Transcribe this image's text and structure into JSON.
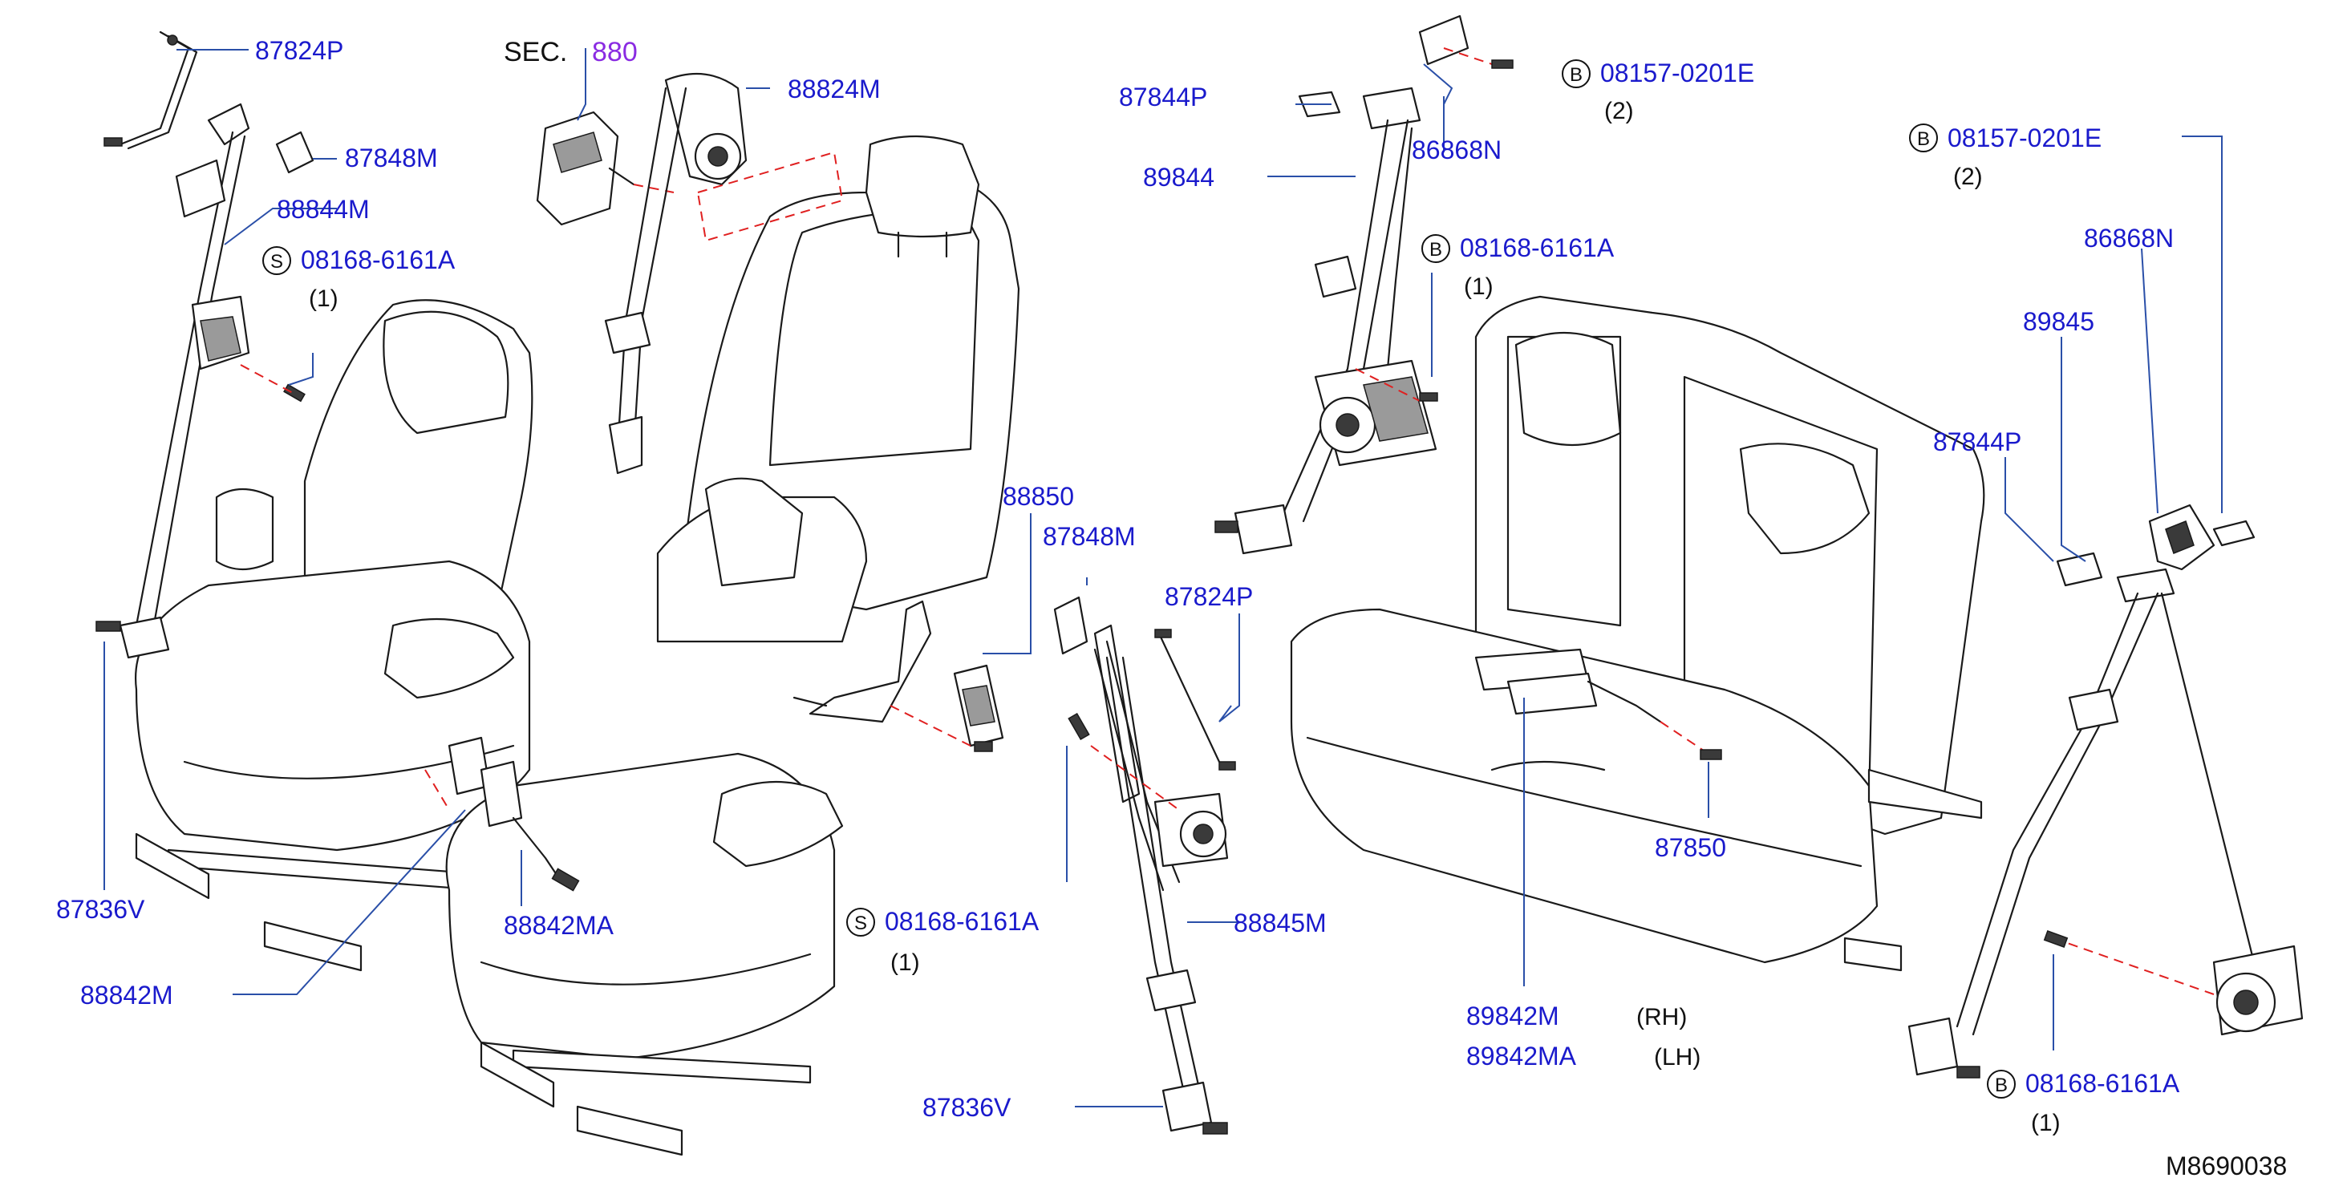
{
  "diagram_id": "M8690038",
  "section_ref": {
    "prefix": "SEC.",
    "number": "880"
  },
  "labels": {
    "l01": "87824P",
    "l02": "87848M",
    "l03": "88844M",
    "l04": "08168-6161A",
    "l04q": "(1)",
    "l05": "87836V",
    "l06": "88842M",
    "l07": "88842MA",
    "l08": "88824M",
    "l09": "88850",
    "l10": "87848M",
    "l11": "87824P",
    "l12": "08168-6161A",
    "l12q": "(1)",
    "l13": "88845M",
    "l14": "87836V",
    "l15": "87844P",
    "l16": "89844",
    "l17": "08157-0201E",
    "l17q": "(2)",
    "l18": "86868N",
    "l19": "08168-6161A",
    "l19q": "(1)",
    "l20": "87850",
    "l21": "89842M",
    "l21s": "(RH)",
    "l22": "89842MA",
    "l22s": "(LH)",
    "l23": "08157-0201E",
    "l23q": "(2)",
    "l24": "86868N",
    "l25": "89845",
    "l26": "87844P",
    "l27": "08168-6161A",
    "l27q": "(1)"
  },
  "markers": {
    "s": "S",
    "b": "B"
  },
  "colors": {
    "label": "#1a1acc",
    "leader": "#2a4fa8",
    "hidden_line": "#e02020",
    "outline": "#1a1a1a",
    "section_number": "#8a2be2"
  }
}
